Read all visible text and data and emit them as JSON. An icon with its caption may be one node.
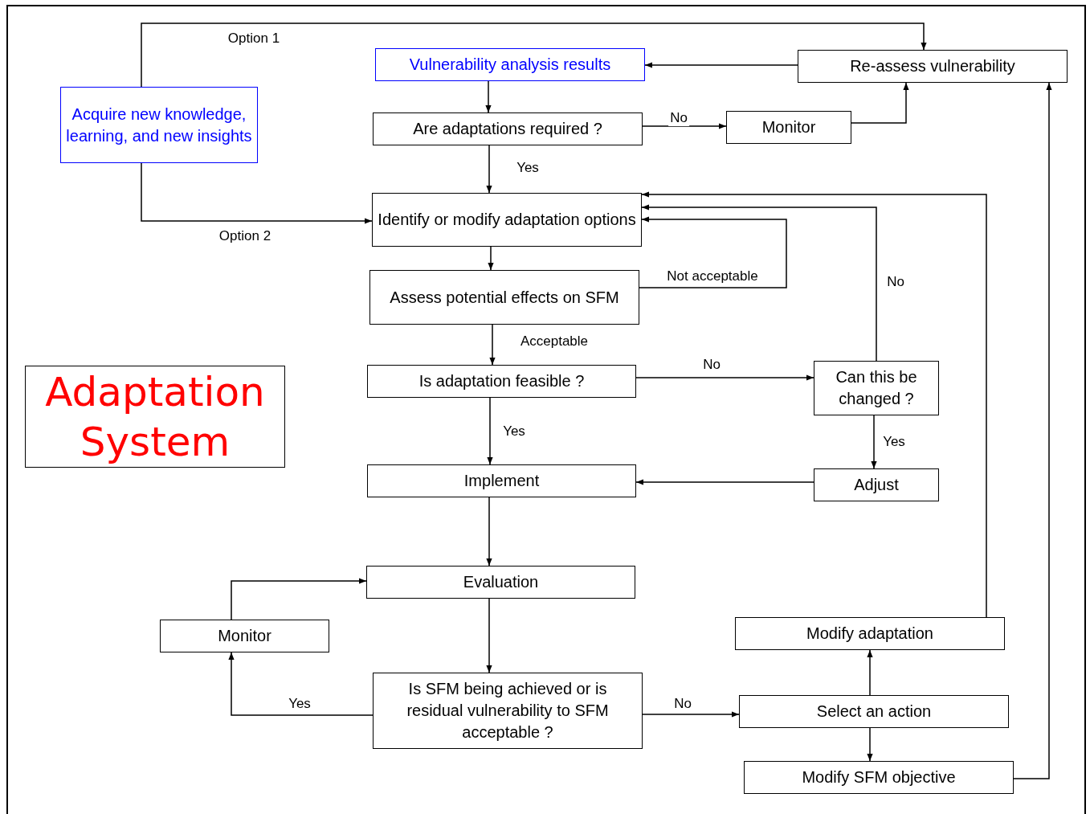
{
  "diagram": {
    "nodes": [
      {
        "text": [
          "Vulnerability analysis results"
        ]
      },
      {
        "text": [
          "Re-assess vulnerability"
        ]
      },
      {
        "text": [
          "Acquire new knowledge, learning, and new insights"
        ]
      },
      {
        "text": [
          "Are adaptations required ?"
        ]
      },
      {
        "text": [
          "Monitor"
        ]
      },
      {
        "text": [
          "Identify or modify adaptation options"
        ]
      },
      {
        "text": [
          "Assess potential effects on SFM"
        ]
      },
      {
        "text": [
          "Adaptation System"
        ]
      },
      {
        "text": [
          "Is adaptation feasible ?"
        ]
      },
      {
        "text": [
          "Can this be changed ?"
        ]
      },
      {
        "text": [
          "Implement"
        ]
      },
      {
        "text": [
          "Adjust"
        ]
      },
      {
        "text": [
          "Evaluation"
        ]
      },
      {
        "text": [
          "Monitor"
        ]
      },
      {
        "text": [
          "Modify adaptation"
        ]
      },
      {
        "text": [
          "Is SFM being achieved or is residual vulnerability to SFM acceptable ?"
        ]
      },
      {
        "text": [
          "Select an action"
        ]
      },
      {
        "text": [
          "Modify SFM objective"
        ]
      }
    ],
    "edges": [
      {
        "from": 1,
        "to": 0,
        "arrow": "to"
      },
      {
        "from": 0,
        "to": 3,
        "arrow": "to"
      },
      {
        "from": 3,
        "to": 4,
        "arrow": "to",
        "label": "No"
      },
      {
        "from": 4,
        "to": 1,
        "arrow": "to"
      },
      {
        "from": 3,
        "to": 5,
        "arrow": "to",
        "label": "Yes"
      },
      {
        "from": 2,
        "to": 1,
        "arrow": "to",
        "label": "Option 1"
      },
      {
        "from": 2,
        "to": 5,
        "arrow": "to",
        "label": "Option 2"
      },
      {
        "from": 5,
        "to": 6,
        "arrow": "to"
      },
      {
        "from": 6,
        "to": 5,
        "arrow": "to",
        "label": "Not acceptable"
      },
      {
        "from": 6,
        "to": 8,
        "arrow": "to",
        "label": "Acceptable"
      },
      {
        "from": 8,
        "to": 9,
        "arrow": "to",
        "label": "No"
      },
      {
        "from": 9,
        "to": 5,
        "arrow": "to",
        "label": "No"
      },
      {
        "from": 9,
        "to": 11,
        "arrow": "to",
        "label": "Yes"
      },
      {
        "from": 8,
        "to": 10,
        "arrow": "to",
        "label": "Yes"
      },
      {
        "from": 11,
        "to": 10,
        "arrow": "to"
      },
      {
        "from": 10,
        "to": 12,
        "arrow": "to"
      },
      {
        "from": 12,
        "to": 15,
        "arrow": "to"
      },
      {
        "from": 15,
        "to": 13,
        "arrow": "to",
        "label": "Yes"
      },
      {
        "from": 13,
        "to": 12,
        "arrow": "to"
      },
      {
        "from": 15,
        "to": 16,
        "arrow": "to",
        "label": "No"
      },
      {
        "from": 16,
        "to": 14,
        "arrow": "to"
      },
      {
        "from": 16,
        "to": 17,
        "arrow": "to"
      },
      {
        "from": 14,
        "to": 5,
        "arrow": "to"
      },
      {
        "from": 17,
        "to": 1,
        "arrow": "to"
      }
    ]
  }
}
